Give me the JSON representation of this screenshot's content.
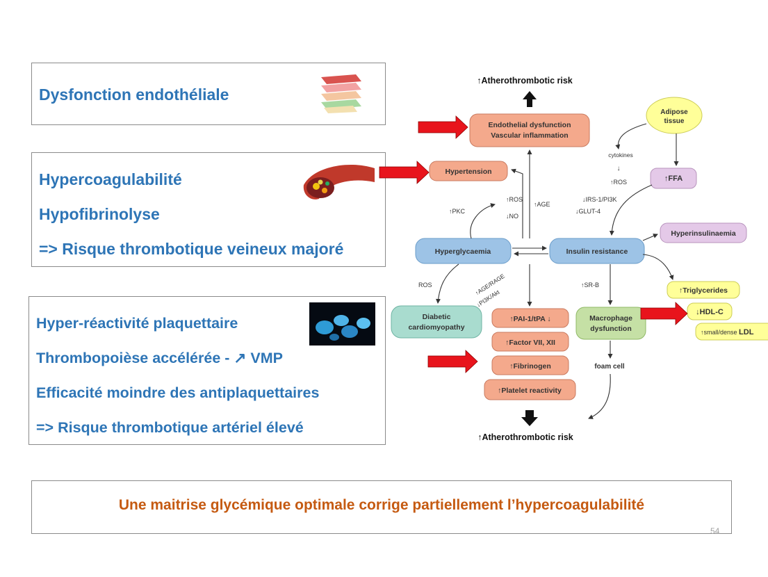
{
  "left_panel": {
    "box1": {
      "line1": "Dysfonction endothéliale"
    },
    "box2": {
      "line1": "Hypercoagulabilité",
      "line2": "Hypofibrinolyse",
      "line3": "=> Risque thrombotique veineux majoré"
    },
    "box3": {
      "line1": "Hyper-réactivité plaquettaire",
      "line2": "Thrombopoièse accélérée - ↗ VMP",
      "line3": "Efficacité moindre des antiplaquettaires",
      "line4": "=> Risque thrombotique artériel élevé"
    }
  },
  "diagram": {
    "top_risk": "↑Atherothrombotic risk",
    "endothelial_1": "Endothelial dysfunction",
    "endothelial_2": "Vascular inflammation",
    "hypertension": "Hypertension",
    "adipose_1": "Adipose",
    "adipose_2": "tissue",
    "cytokines": "cytokines",
    "ros_down_arrow": "↓",
    "ros_adipose": "↑ROS",
    "ffa": "↑FFA",
    "irs": "↓IRS-1/PI3K",
    "glut": "↓GLUT-4",
    "pkc": "↑PKC",
    "ros_up": "↑ROS",
    "no_down": "↓NO",
    "age_up": "↑AGE",
    "hyperglycaemia": "Hyperglycaemia",
    "insulin_resistance": "Insulin resistance",
    "hyperinsulinaemia": "Hyperinsulinaemia",
    "ros_left": "ROS",
    "age_rage": "↑AGE/RAGE",
    "pi3k_akt": "↓PI3K/Akt",
    "srb": "↑SR-B",
    "triglycerides": "↑Triglycerides",
    "hdlc": "↓HDL-C",
    "small_dense_prefix": "↑small/dense ",
    "small_dense_ldl": "LDL",
    "diabetic_1": "Diabetic",
    "diabetic_2": "cardiomyopathy",
    "pai": "↑PAI-1/tPA ↓",
    "factor": "↑Factor VII, XII",
    "fibrinogen": "↑Fibrinogen",
    "platelet": "↑Platelet reactivity",
    "macrophage_1": "Macrophage",
    "macrophage_2": "dysfunction",
    "foam_cell": "foam cell",
    "bottom_risk": "↑Atherothrombotic risk"
  },
  "conclusion": "Une maitrise glycémique optimale corrige partiellement l’hypercoagulabilité",
  "slide_number": "54",
  "colors": {
    "blue_text": "#2e75b6",
    "orange_text": "#c55a11",
    "salmon_box": "#f4a98c",
    "blue_box": "#9dc3e6",
    "teal_box": "#a9dccf",
    "green_box": "#c5e0a5",
    "purple_box": "#e4c9e8",
    "yellow_box": "#ffff99",
    "red_arrow": "#e8141c"
  }
}
